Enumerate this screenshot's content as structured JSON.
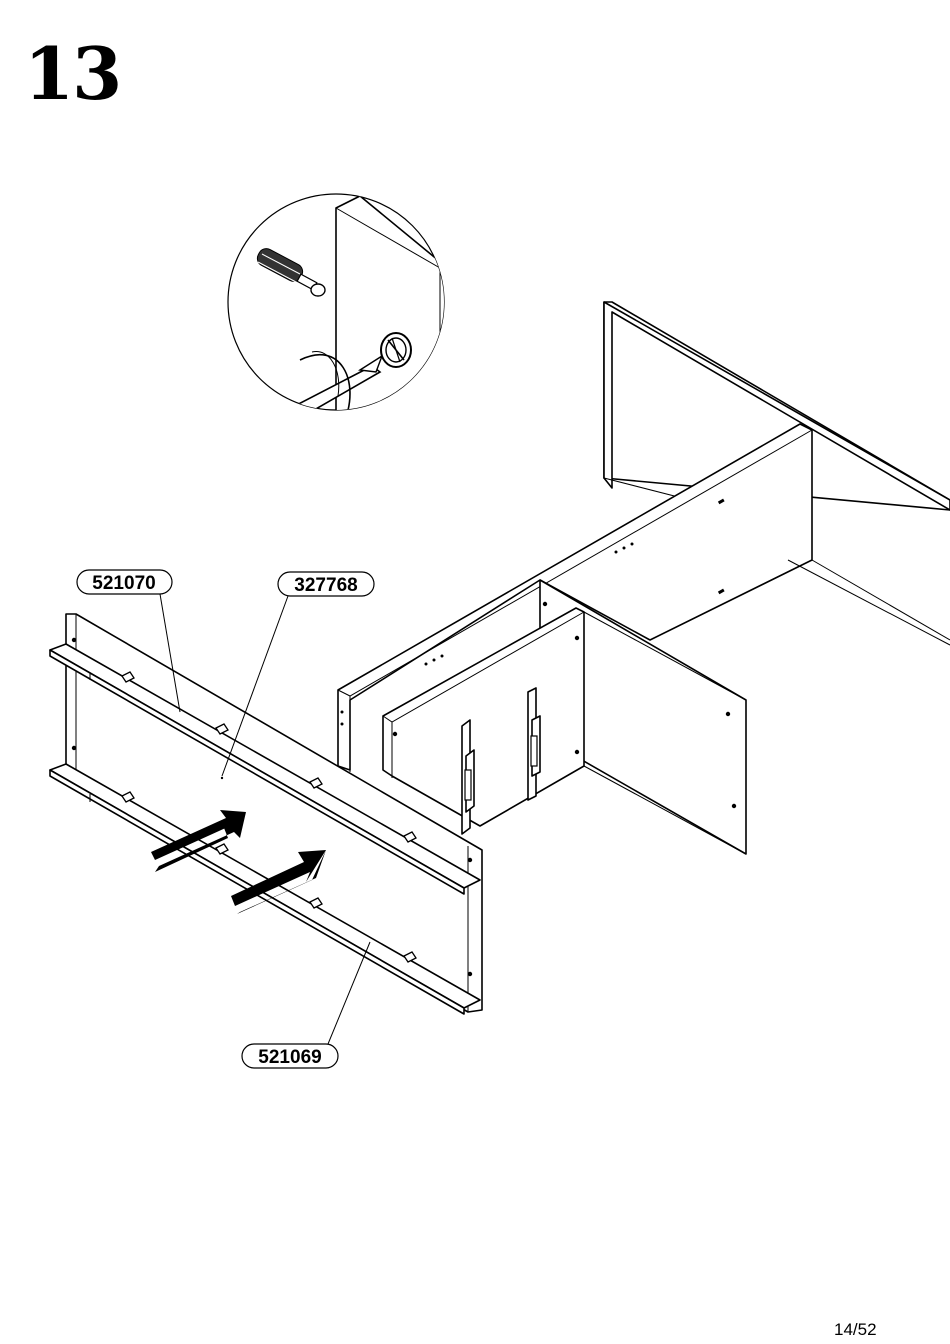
{
  "step": {
    "number": "13"
  },
  "callouts": {
    "panel_top": "521070",
    "panel_back": "327768",
    "panel_bottom": "521069"
  },
  "page": {
    "number": "14/52"
  },
  "icons": {
    "detail": "magnifier-detail-circle",
    "tool": "screwdriver-icon",
    "fastener": "cam-dowel-icon",
    "lock": "cam-lock-icon",
    "direction": "push-arrow-icon"
  }
}
